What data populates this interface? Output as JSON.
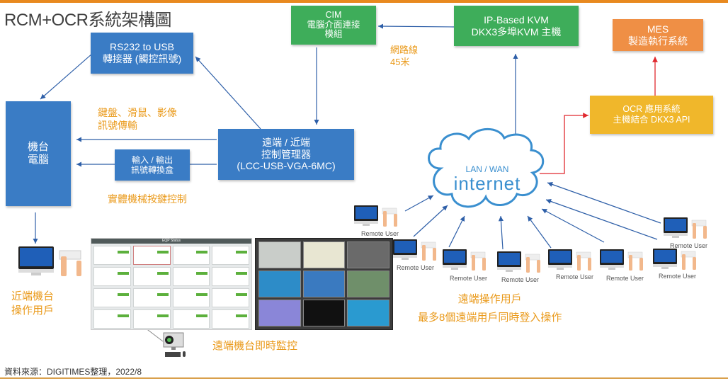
{
  "title": "RCM+OCR系統架構圖",
  "source": "資料來源：DIGITIMES整理，2022/8",
  "colors": {
    "accent_bar": "#e8891f",
    "blue_box": "#3a7cc5",
    "green_box": "#3ead5a",
    "orange_box": "#ef8f45",
    "yellow_box": "#f0b72b",
    "label_orange": "#ea9a1b",
    "arrow_blue": "#2e5fa8",
    "arrow_red": "#e0282e",
    "cloud": "#3a8fcf"
  },
  "boxes": {
    "rs232": {
      "line1": "RS232 to USB",
      "line2": "轉接器 (觸控訊號)"
    },
    "machine_pc": {
      "line1": "機台",
      "line2": "電腦"
    },
    "io_box": {
      "line1": "輸入 / 輸出",
      "line2": "訊號轉換盒"
    },
    "controller": {
      "line1": "遠端 / 近端",
      "line2": "控制管理器",
      "line3": "(LCC-USB-VGA-6MC)"
    },
    "cim": {
      "line1": "CIM",
      "line2": "電腦介面連接",
      "line3": "模組"
    },
    "kvm": {
      "line1": "IP-Based KVM",
      "line2": "DKX3多埠KVM 主機"
    },
    "mes": {
      "line1": "MES",
      "line2": "製造執行系統"
    },
    "ocr": {
      "line1": "OCR  應用系統",
      "line2": "主機結合  DKX3 API"
    }
  },
  "labels": {
    "kvm_signal_1": "鍵盤、滑鼠、影像",
    "kvm_signal_2": "訊號傳輸",
    "physical_buttons": "實體機械按鍵控制",
    "network_cable_1": "網路線",
    "network_cable_2": "45米",
    "local_user_1": "近端機台",
    "local_user_2": "操作用戶",
    "remote_monitor": "遠端機台即時監控",
    "remote_users_1": "遠端操作用戶",
    "remote_users_2": "最多8個遠端用戶同時登入操作"
  },
  "cloud": {
    "line1": "LAN / WAN",
    "line2": "internet"
  },
  "remote_users": [
    {
      "label": "Remote User"
    },
    {
      "label": "Remote User"
    },
    {
      "label": "Remote User"
    },
    {
      "label": "Remote User"
    },
    {
      "label": "Remote User"
    },
    {
      "label": "Remote User"
    },
    {
      "label": "Remote User"
    },
    {
      "label": "Remote User"
    }
  ],
  "eqp_panel": {
    "header": "EQP Status"
  }
}
